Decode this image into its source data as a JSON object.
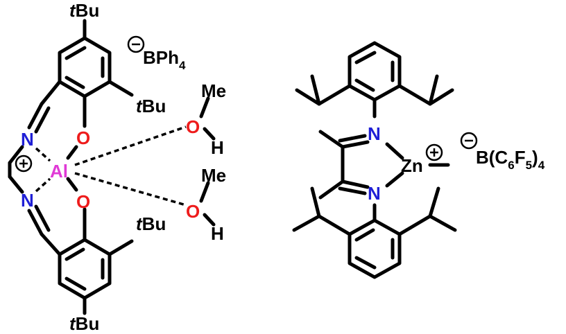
{
  "colors": {
    "bond": "#000000",
    "nitrogen": "#1f1fd6",
    "oxygen": "#ee1c1c",
    "aluminum": "#e03ad6",
    "text": "#000000"
  },
  "al_complex": {
    "tbu_top": "tBu",
    "tbu_upper_right": "tBu",
    "tbu_lower_right": "tBu",
    "tbu_bottom": "tBu",
    "counterion_prefix": "BPh",
    "counterion_subscript": "4",
    "metal": "Al",
    "nitrogen": "N",
    "oxygen": "O",
    "methanol_methyl": "Me",
    "methanol_hydrogen": "H"
  },
  "zn_complex": {
    "metal": "Zn",
    "nitrogen": "N",
    "counterion_prefix": "B(C",
    "counterion_sub1": "6",
    "counterion_mid": "F",
    "counterion_sub2": "5",
    "counterion_close": ")",
    "counterion_sub3": "4"
  }
}
